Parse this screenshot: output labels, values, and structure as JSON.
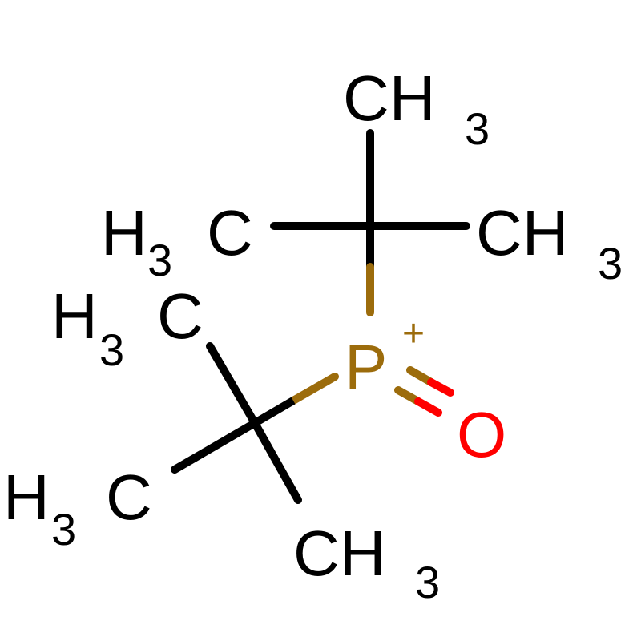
{
  "colors": {
    "carbon": "#000000",
    "phosphorus": "#9c6c0c",
    "oxygen": "#ff0000",
    "background": "#ffffff"
  },
  "atoms": {
    "phosphorus": {
      "symbol": "P",
      "charge": "+"
    },
    "oxygen": {
      "symbol": "O"
    },
    "methyl_top": {
      "main": "CH",
      "sub": "3"
    },
    "methyl_upper_left": {
      "pre": "H",
      "sub": "3",
      "main": "C"
    },
    "methyl_upper_right": {
      "main": "CH",
      "sub": "3"
    },
    "methyl_lower_top": {
      "pre": "H",
      "sub": "3",
      "main": "C"
    },
    "methyl_lower_left": {
      "pre": "H",
      "sub": "3",
      "main": "C"
    },
    "methyl_lower_bottom": {
      "main": "CH",
      "sub": "3"
    }
  }
}
